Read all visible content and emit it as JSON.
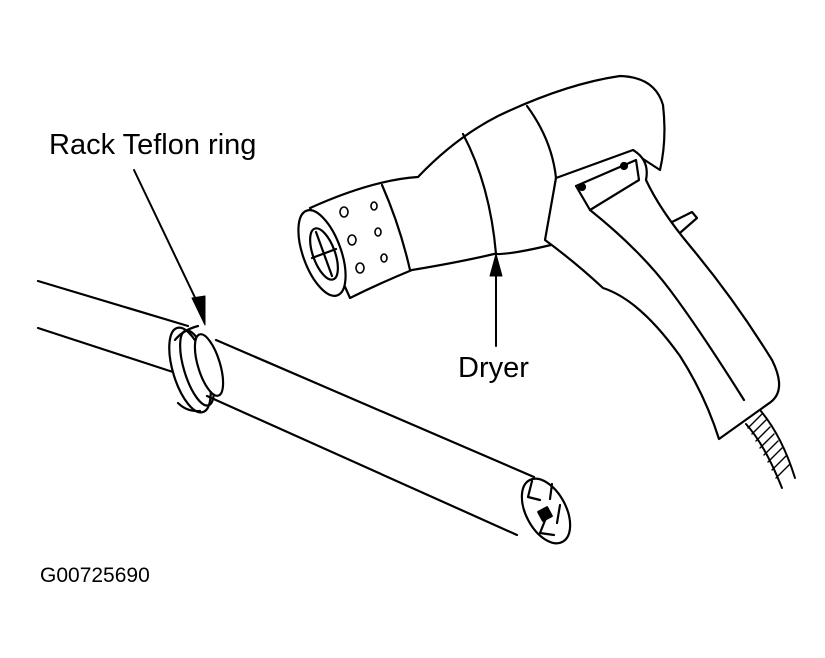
{
  "labels": {
    "rack_teflon_ring": "Rack Teflon ring",
    "dryer": "Dryer",
    "figure_code": "G00725690"
  },
  "colors": {
    "line": "#000000",
    "background": "#ffffff"
  }
}
